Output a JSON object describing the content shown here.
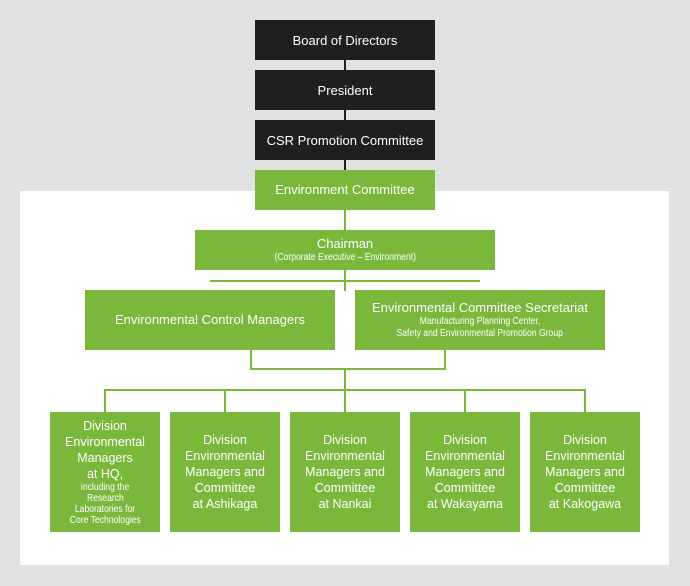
{
  "top": {
    "board": "Board of Directors",
    "president": "President",
    "csr": "CSR Promotion Committee",
    "env_committee": "Environment Committee"
  },
  "chairman": {
    "title": "Chairman",
    "subtitle": "(Corporate Executive – Environment)"
  },
  "managers": {
    "control": "Environmental Control Managers",
    "secretariat_title": "Environmental Committee Secretariat",
    "secretariat_line1": "Manufacturing Planning Center,",
    "secretariat_line2": "Safety and Environmental Promotion Group"
  },
  "divisions": [
    {
      "lines": [
        "Division",
        "Environmental",
        "Managers",
        "at HQ,"
      ],
      "small": [
        "including the",
        "Research",
        "Laboratories for",
        "Core Technologies"
      ]
    },
    {
      "lines": [
        "Division",
        "Environmental",
        "Managers and",
        "Committee",
        "at Ashikaga"
      ],
      "small": []
    },
    {
      "lines": [
        "Division",
        "Environmental",
        "Managers and",
        "Committee",
        "at Nankai"
      ],
      "small": []
    },
    {
      "lines": [
        "Division",
        "Environmental",
        "Managers and",
        "Committee",
        "at Wakayama"
      ],
      "small": []
    },
    {
      "lines": [
        "Division",
        "Environmental",
        "Managers and",
        "Committee",
        "at Kakogawa"
      ],
      "small": []
    }
  ],
  "colors": {
    "dark_box": "#1f1f1f",
    "green_box": "#7ab83c",
    "background": "#e1e2e3",
    "panel": "#ffffff"
  }
}
